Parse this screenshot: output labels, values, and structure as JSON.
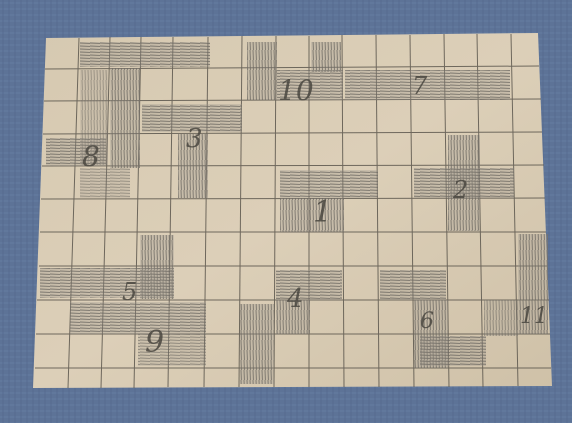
{
  "scene": {
    "description_colors": {
      "background_fabric": "#5d7397",
      "paper": "#d8cbb4",
      "grid_line": "#5b564d",
      "pencil_shading": "#7a7670"
    },
    "pieces": [
      {
        "label": "1"
      },
      {
        "label": "2"
      },
      {
        "label": "3"
      },
      {
        "label": "4"
      },
      {
        "label": "5"
      },
      {
        "label": "6"
      },
      {
        "label": "7"
      },
      {
        "label": "8"
      },
      {
        "label": "9"
      },
      {
        "label": "10"
      },
      {
        "label": "11"
      }
    ]
  }
}
